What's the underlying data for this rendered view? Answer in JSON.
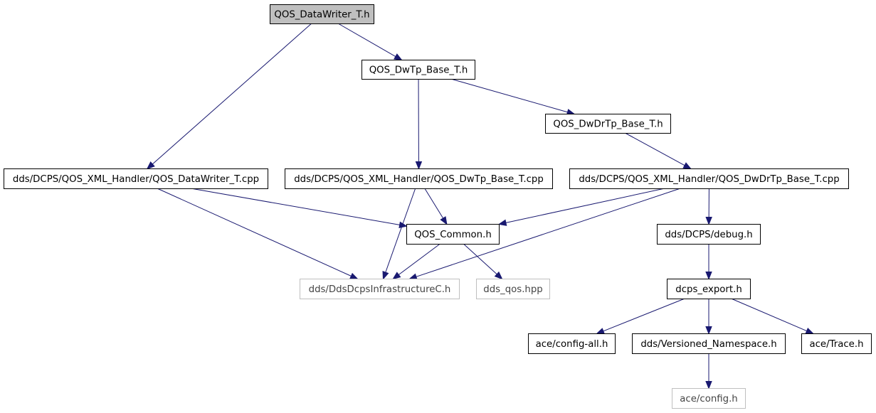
{
  "colors": {
    "edge": "#191970",
    "root_fill": "#bfbfbf",
    "node_fill": "#ffffff",
    "node_border": "#000000",
    "external_border": "#bfbfbf"
  },
  "nodes": {
    "qos_datawriter_t_h": {
      "label": "QOS_DataWriter_T.h",
      "root": true
    },
    "qos_dwtp_base_t_h": {
      "label": "QOS_DwTp_Base_T.h"
    },
    "qos_dwdrtp_base_t_h": {
      "label": "QOS_DwDrTp_Base_T.h"
    },
    "qos_datawriter_t_cpp": {
      "label": "dds/DCPS/QOS_XML_Handler/QOS_DataWriter_T.cpp"
    },
    "qos_dwtp_base_t_cpp": {
      "label": "dds/DCPS/QOS_XML_Handler/QOS_DwTp_Base_T.cpp"
    },
    "qos_dwdrtp_base_t_cpp": {
      "label": "dds/DCPS/QOS_XML_Handler/QOS_DwDrTp_Base_T.cpp"
    },
    "qos_common_h": {
      "label": "QOS_Common.h"
    },
    "dds_debug_h": {
      "label": "dds/DCPS/debug.h"
    },
    "dds_infrastructurec_h": {
      "label": "dds/DdsDcpsInfrastructureC.h",
      "external": true
    },
    "dds_qos_hpp": {
      "label": "dds_qos.hpp",
      "external": true
    },
    "dcps_export_h": {
      "label": "dcps_export.h"
    },
    "ace_config_all_h": {
      "label": "ace/config-all.h"
    },
    "dds_versioned_namespace_h": {
      "label": "dds/Versioned_Namespace.h"
    },
    "ace_trace_h": {
      "label": "ace/Trace.h"
    },
    "ace_config_h": {
      "label": "ace/config.h",
      "external": true
    }
  },
  "edges": [
    {
      "from": "qos_datawriter_t_h",
      "to": "qos_dwtp_base_t_h"
    },
    {
      "from": "qos_datawriter_t_h",
      "to": "qos_datawriter_t_cpp"
    },
    {
      "from": "qos_dwtp_base_t_h",
      "to": "qos_dwtp_base_t_cpp"
    },
    {
      "from": "qos_dwtp_base_t_h",
      "to": "qos_dwdrtp_base_t_h"
    },
    {
      "from": "qos_dwdrtp_base_t_h",
      "to": "qos_dwdrtp_base_t_cpp"
    },
    {
      "from": "qos_datawriter_t_cpp",
      "to": "qos_common_h"
    },
    {
      "from": "qos_datawriter_t_cpp",
      "to": "dds_infrastructurec_h"
    },
    {
      "from": "qos_dwtp_base_t_cpp",
      "to": "qos_common_h"
    },
    {
      "from": "qos_dwtp_base_t_cpp",
      "to": "dds_infrastructurec_h"
    },
    {
      "from": "qos_dwdrtp_base_t_cpp",
      "to": "qos_common_h"
    },
    {
      "from": "qos_dwdrtp_base_t_cpp",
      "to": "dds_infrastructurec_h"
    },
    {
      "from": "qos_dwdrtp_base_t_cpp",
      "to": "dds_debug_h"
    },
    {
      "from": "qos_common_h",
      "to": "dds_infrastructurec_h"
    },
    {
      "from": "qos_common_h",
      "to": "dds_qos_hpp"
    },
    {
      "from": "dds_debug_h",
      "to": "dcps_export_h"
    },
    {
      "from": "dcps_export_h",
      "to": "ace_config_all_h"
    },
    {
      "from": "dcps_export_h",
      "to": "dds_versioned_namespace_h"
    },
    {
      "from": "dcps_export_h",
      "to": "ace_trace_h"
    },
    {
      "from": "dds_versioned_namespace_h",
      "to": "ace_config_h"
    }
  ]
}
